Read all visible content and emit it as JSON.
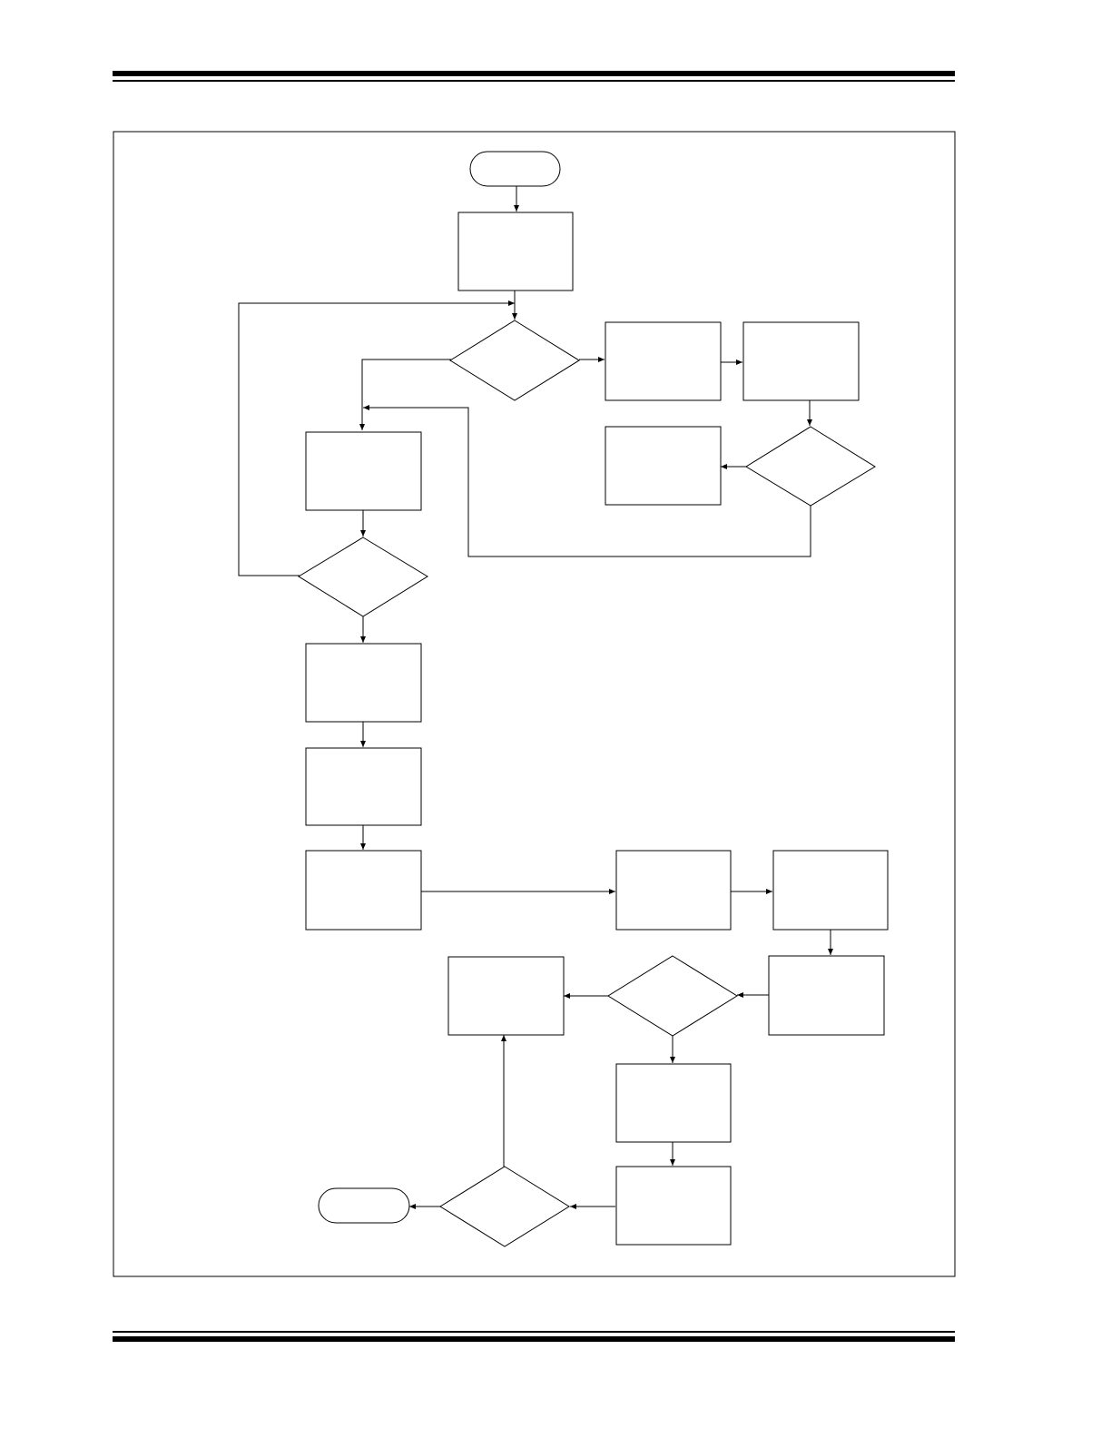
{
  "page": {
    "header_rule": "double",
    "footer_rule": "double"
  },
  "diagram": {
    "type": "flowchart",
    "line_color": "#000000",
    "fill_color": "#ffffff",
    "nodes": [
      {
        "id": "start",
        "shape": "terminator",
        "label": ""
      },
      {
        "id": "box1",
        "shape": "process",
        "label": ""
      },
      {
        "id": "dec1",
        "shape": "decision",
        "label": ""
      },
      {
        "id": "box2",
        "shape": "process",
        "label": ""
      },
      {
        "id": "box3",
        "shape": "process",
        "label": ""
      },
      {
        "id": "dec2",
        "shape": "decision",
        "label": ""
      },
      {
        "id": "box4",
        "shape": "process",
        "label": ""
      },
      {
        "id": "box5",
        "shape": "process",
        "label": ""
      },
      {
        "id": "dec3",
        "shape": "decision",
        "label": ""
      },
      {
        "id": "box6",
        "shape": "process",
        "label": ""
      },
      {
        "id": "box7",
        "shape": "process",
        "label": ""
      },
      {
        "id": "box8",
        "shape": "process",
        "label": ""
      },
      {
        "id": "box9",
        "shape": "process",
        "label": ""
      },
      {
        "id": "box10",
        "shape": "process",
        "label": ""
      },
      {
        "id": "box11",
        "shape": "process",
        "label": ""
      },
      {
        "id": "dec4",
        "shape": "decision",
        "label": ""
      },
      {
        "id": "box12",
        "shape": "process",
        "label": ""
      },
      {
        "id": "box13",
        "shape": "process",
        "label": ""
      },
      {
        "id": "box14",
        "shape": "process",
        "label": ""
      },
      {
        "id": "dec5",
        "shape": "decision",
        "label": ""
      },
      {
        "id": "end",
        "shape": "terminator",
        "label": ""
      }
    ],
    "edges": [
      {
        "from": "start",
        "to": "box1"
      },
      {
        "from": "box1",
        "to": "dec1"
      },
      {
        "from": "dec1",
        "to": "box2"
      },
      {
        "from": "dec1",
        "to": "box5"
      },
      {
        "from": "box2",
        "to": "box3"
      },
      {
        "from": "box3",
        "to": "dec2"
      },
      {
        "from": "dec2",
        "to": "box4"
      },
      {
        "from": "dec2",
        "to": "box5"
      },
      {
        "from": "box5",
        "to": "dec3"
      },
      {
        "from": "dec3",
        "to": "dec1"
      },
      {
        "from": "dec3",
        "to": "box6"
      },
      {
        "from": "box6",
        "to": "box7"
      },
      {
        "from": "box7",
        "to": "box8"
      },
      {
        "from": "box8",
        "to": "box9"
      },
      {
        "from": "box9",
        "to": "box10"
      },
      {
        "from": "box10",
        "to": "box11"
      },
      {
        "from": "box11",
        "to": "dec4"
      },
      {
        "from": "dec4",
        "to": "box12"
      },
      {
        "from": "dec4",
        "to": "box13"
      },
      {
        "from": "box13",
        "to": "box14"
      },
      {
        "from": "box14",
        "to": "dec5"
      },
      {
        "from": "dec5",
        "to": "end"
      },
      {
        "from": "dec5",
        "to": "box12"
      }
    ]
  }
}
